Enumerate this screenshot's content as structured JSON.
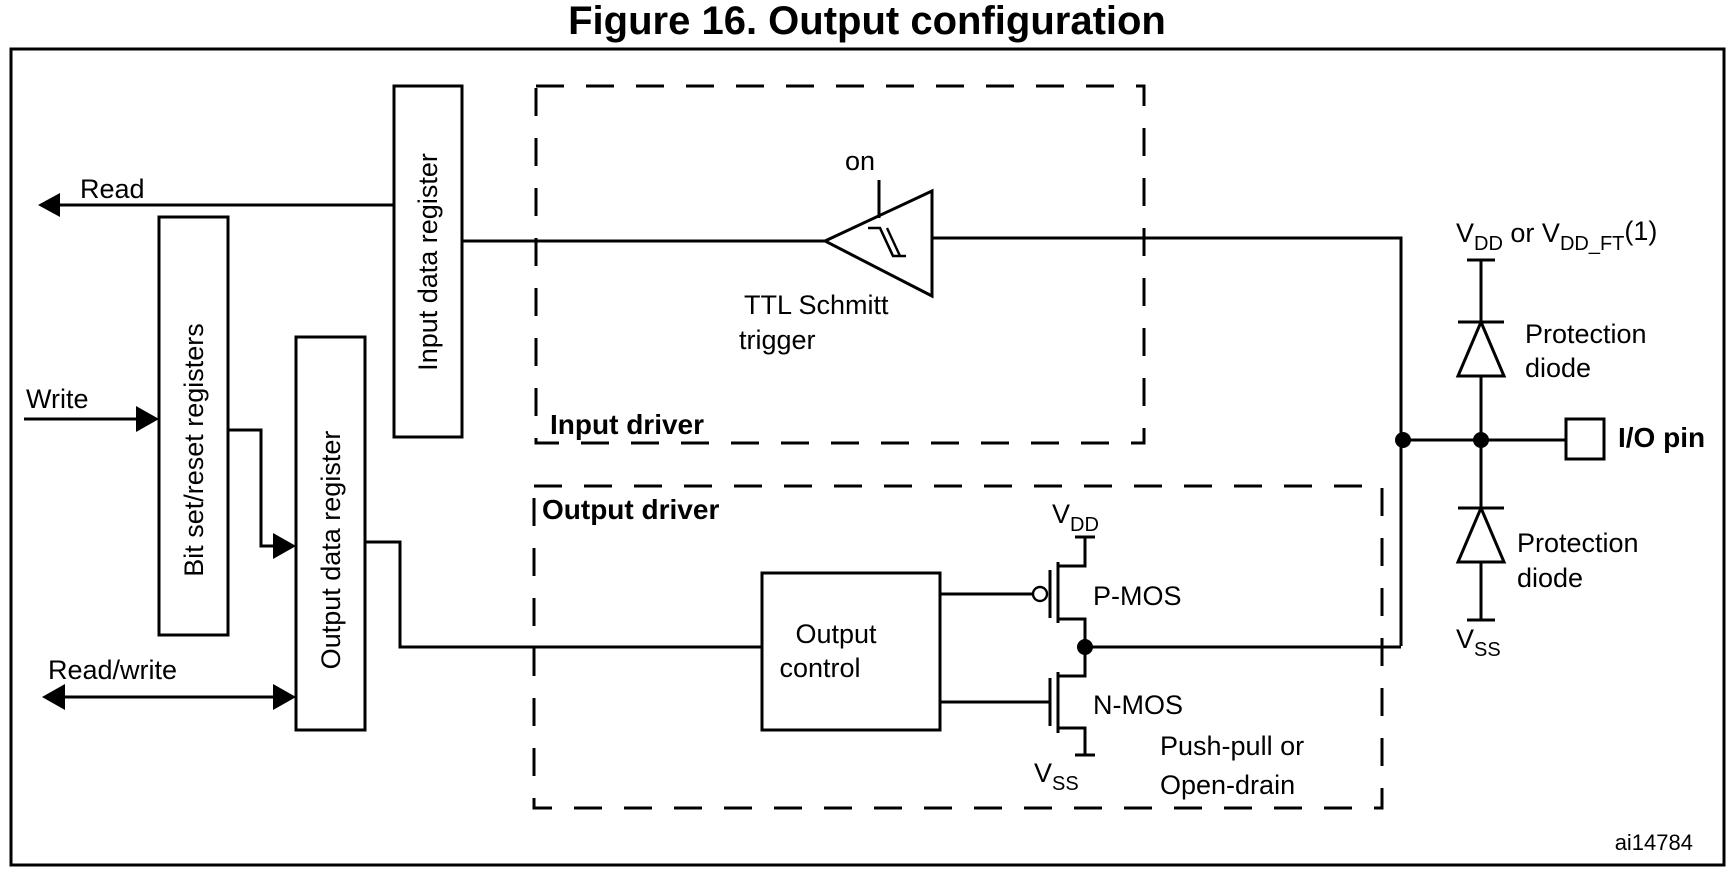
{
  "title": "Figure 16. Output configuration",
  "figure_id": "ai14784",
  "signals": {
    "read": "Read",
    "write": "Write",
    "read_write": "Read/write"
  },
  "registers": {
    "input_data": "Input data register",
    "bit_set_reset": "Bit set/reset registers",
    "output_data": "Output data register"
  },
  "input_driver": {
    "label": "Input driver",
    "schmitt_enable": "on",
    "schmitt_label_line1": "TTL Schmitt",
    "schmitt_label_line2": "trigger"
  },
  "output_driver": {
    "label": "Output driver",
    "control_line1": "Output",
    "control_line2": "control",
    "vdd_main": "V",
    "vdd_sub": "DD",
    "vss_main": "V",
    "vss_sub": "SS",
    "pmos": "P-MOS",
    "nmos": "N-MOS",
    "mode_line1": "Push-pull or",
    "mode_line2": "Open-drain"
  },
  "protection": {
    "supply_main": "V",
    "supply_sub": "DD",
    "supply_or": " or V",
    "supply_alt_sub": "DD_FT",
    "supply_note": "(1)",
    "diode_top_line1": "Protection",
    "diode_top_line2": "diode",
    "diode_bottom_line1": "Protection",
    "diode_bottom_line2": "diode",
    "ground_main": "V",
    "ground_sub": "SS"
  },
  "io_pin": "I/O pin"
}
